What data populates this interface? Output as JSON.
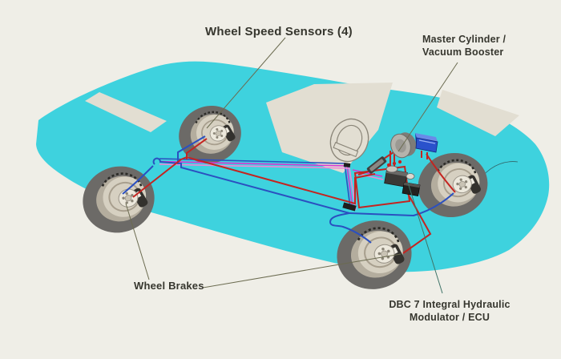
{
  "diagram": {
    "labels": {
      "wheel_speed_sensors": "Wheel Speed Sensors (4)",
      "master_cylinder_line1": "Master Cylinder /",
      "master_cylinder_line2": "Vacuum Booster",
      "wheel_brakes": "Wheel Brakes",
      "modulator_line1": "DBC 7 Integral Hydraulic",
      "modulator_line2": "Modulator / ECU"
    },
    "colors": {
      "background": "#efeee7",
      "car_body": "#3ed2de",
      "window": "#e2ded2",
      "tire": "#6c6a67",
      "disc": "#d6d0c1",
      "hydraulic_red": "#c42420",
      "hydraulic_blue": "#2b50c0",
      "sensor_magenta": "#d636d2",
      "sensor_pink": "#ef86d8",
      "reservoir_blue": "#2a52cc",
      "label_text": "#36362e",
      "leader_line": "#6b6b50",
      "leader_teal": "#3f7468"
    }
  }
}
